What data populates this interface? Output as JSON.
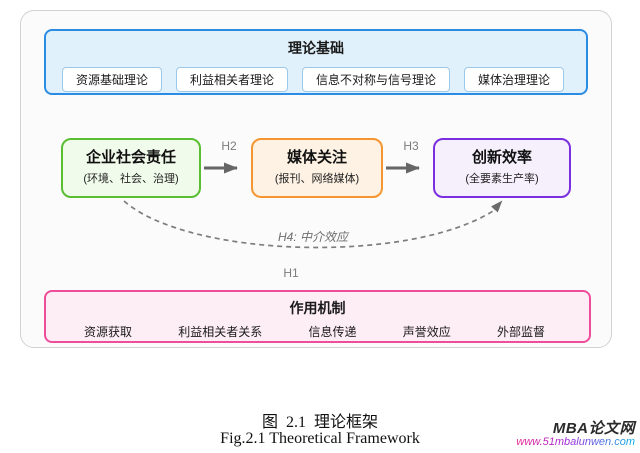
{
  "theory_section": {
    "title": "理论基础",
    "items": [
      "资源基础理论",
      "利益相关者理论",
      "信息不对称与信号理论",
      "媒体治理理论"
    ]
  },
  "flow": {
    "csr": {
      "title": "企业社会责任",
      "subtitle": "(环境、社会、治理)"
    },
    "media": {
      "title": "媒体关注",
      "subtitle": "(报刊、网络媒体)"
    },
    "innovation": {
      "title": "创新效率",
      "subtitle": "(全要素生产率)"
    },
    "h1_label": "H1",
    "h2_label": "H2",
    "h3_label": "H3",
    "h4_label": "H4: 中介效应"
  },
  "mechanism_section": {
    "title": "作用机制",
    "items": [
      "资源获取",
      "利益相关者关系",
      "信息传递",
      "声誉效应",
      "外部监督"
    ]
  },
  "caption": {
    "zh": "图 2.1 理论框架",
    "en": "Fig.2.1 Theoretical Framework"
  },
  "watermark": {
    "site": "MBA论文网",
    "url": "www.51mbalunwen.com"
  },
  "colors": {
    "theory_border": "#2b8ce4",
    "theory_fill": "#e1f1fb",
    "csr_border": "#5abe33",
    "media_border": "#f5952f",
    "innovation_border": "#7b2fe0",
    "mechanism_border": "#ee4d9b",
    "arrow": "#666666"
  }
}
